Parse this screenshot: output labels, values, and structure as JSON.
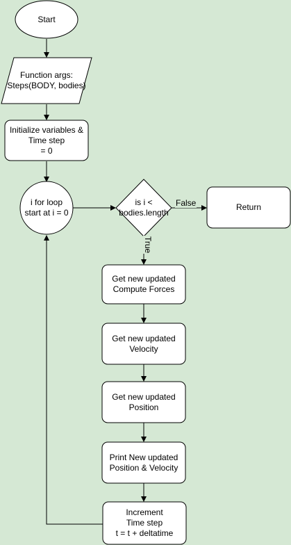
{
  "nodes": {
    "start": "Start",
    "function_args": "Function args:\nSteps(BODY, bodies)",
    "init": "Initialize variables &\nTime step\n= 0",
    "loop": "i for loop\nstart at i = 0",
    "condition": "is i <\nbodies.length",
    "return": "Return",
    "forces": "Get new updated\nCompute Forces",
    "velocity": "Get new updated\nVelocity",
    "position": "Get new updated\nPosition",
    "print": "Print New updated\nPosition & Velocity",
    "increment": "Increment\nTime step\nt = t + deltatime"
  },
  "edges": {
    "false_label": "False",
    "true_label": "True"
  },
  "colors": {
    "background": "#d5e8d4",
    "node_fill": "#ffffff",
    "stroke": "#000000"
  }
}
